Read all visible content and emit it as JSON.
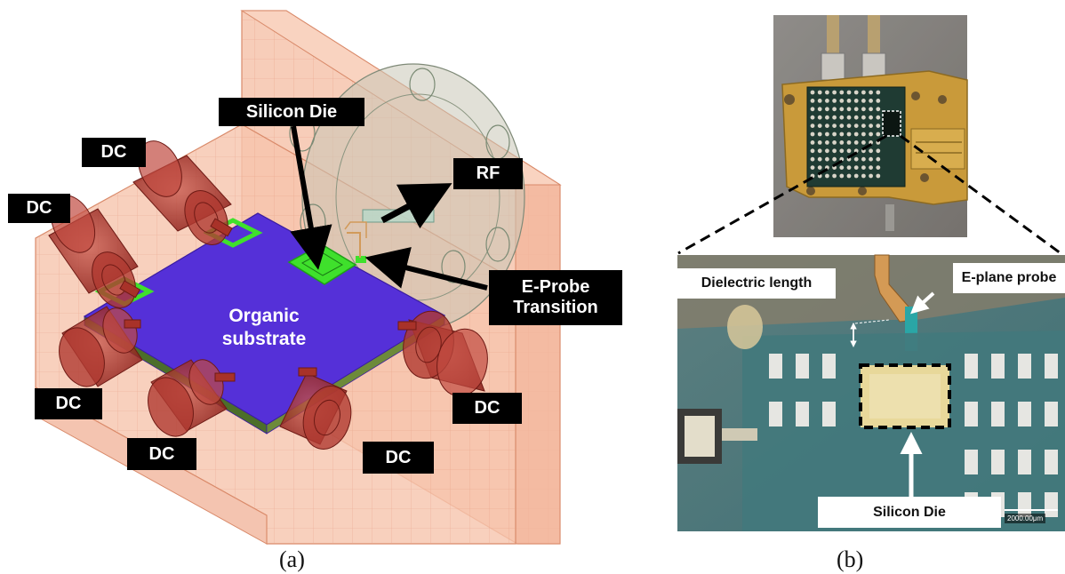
{
  "panel_a": {
    "labels": {
      "silicon_die": "Silicon Die",
      "rf": "RF",
      "e_probe": "E-Probe\nTransition",
      "organic": "Organic\nsubstrate",
      "dc": [
        "DC",
        "DC",
        "DC",
        "DC",
        "DC",
        "DC"
      ]
    },
    "caption": "(a)"
  },
  "panel_b": {
    "labels": {
      "dielectric_length": "Dielectric length",
      "e_plane_probe": "E-plane probe",
      "silicon_die": "Silicon Die",
      "scale_bar": "2000.00μm"
    },
    "caption": "(b)"
  },
  "colors": {
    "housing": "#f6c4ad",
    "housing_edge": "#d98a6a",
    "substrate": "#5530d8",
    "connector": "#a02a22",
    "pad_green": "#3fe02c",
    "photo_board": "#4a8a8a",
    "gold": "#c99a3a"
  }
}
